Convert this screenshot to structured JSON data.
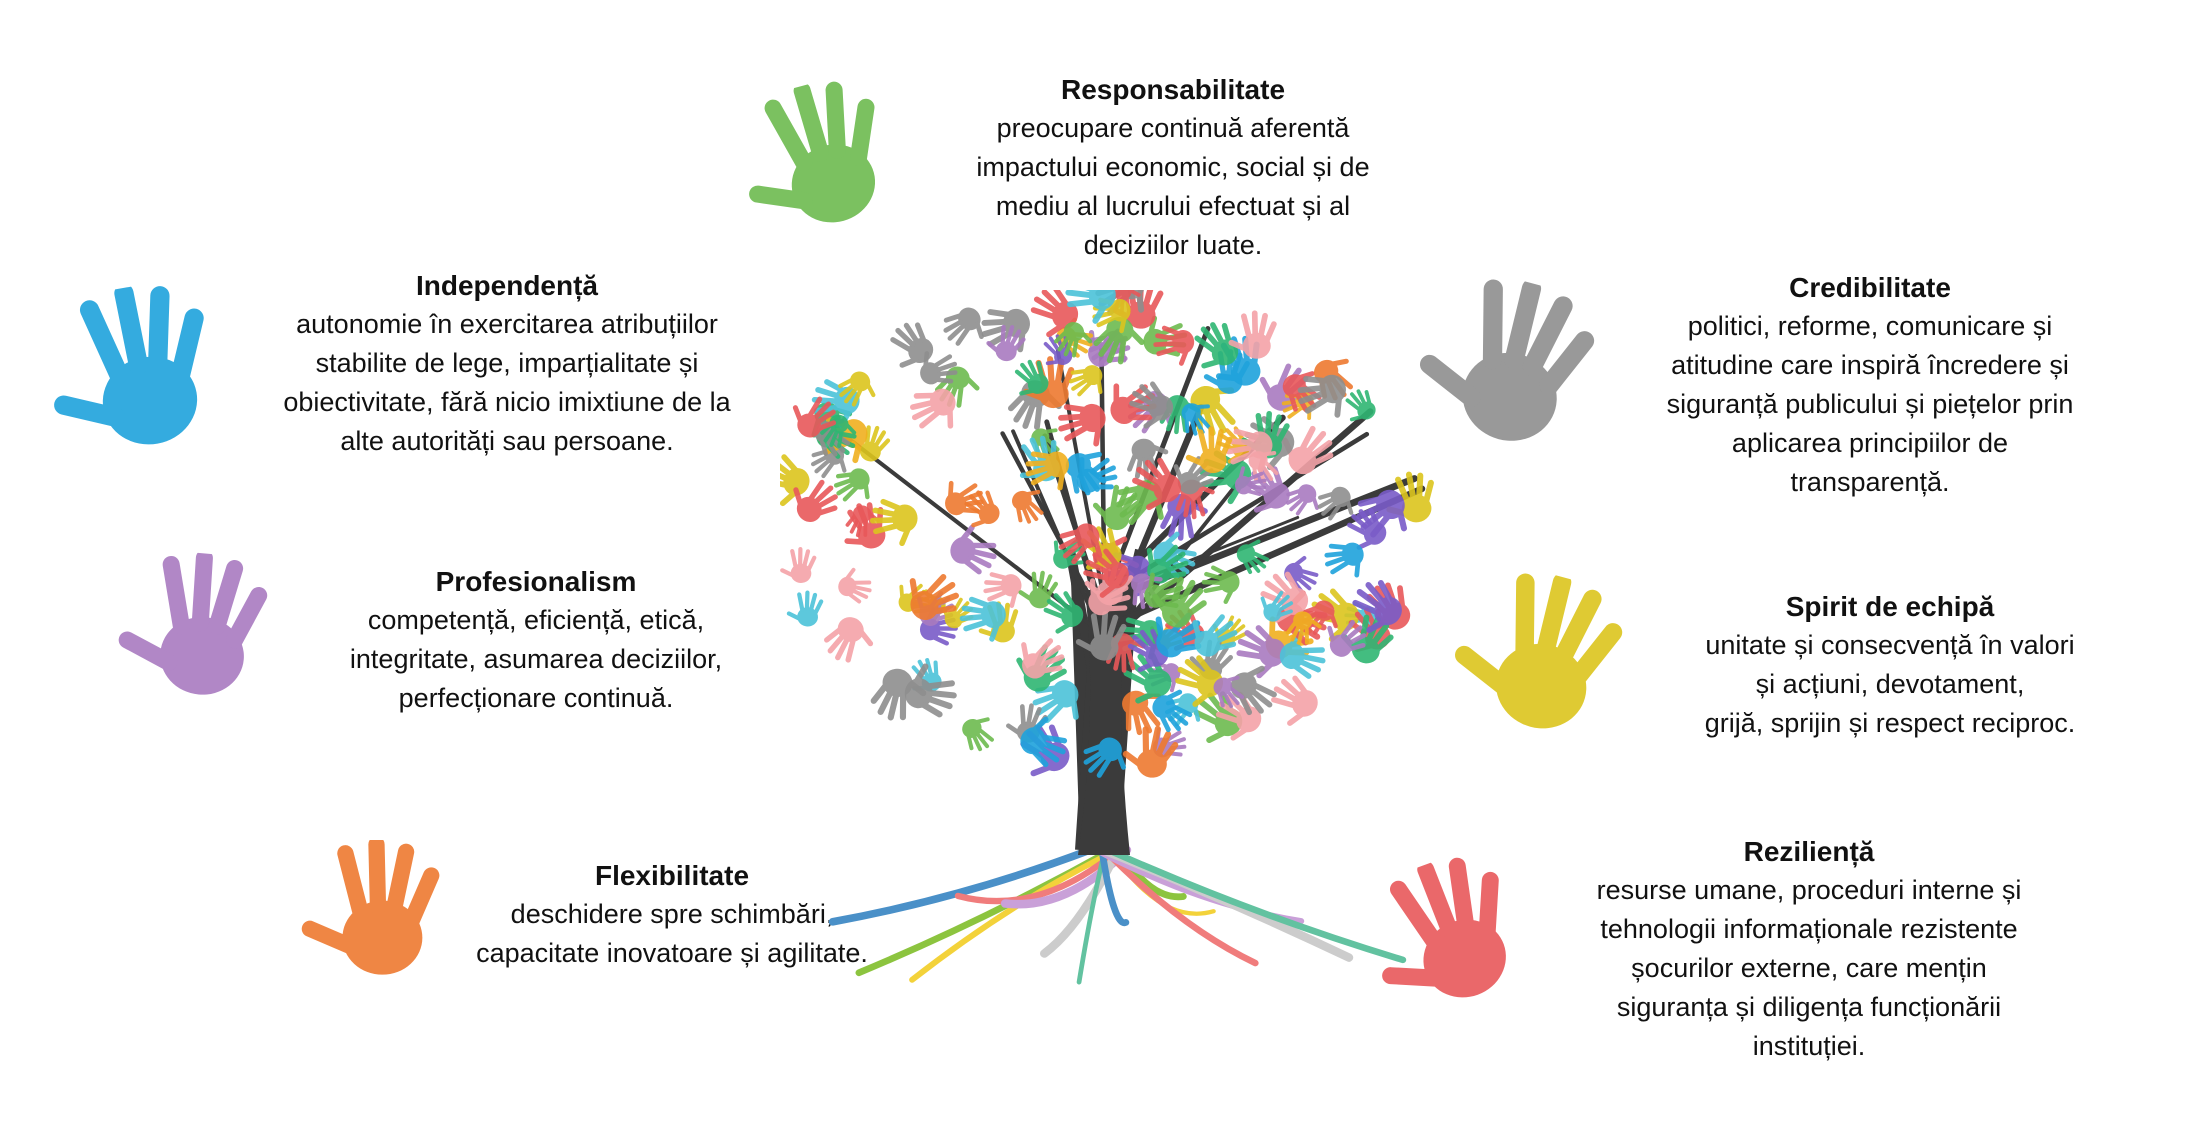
{
  "values": [
    {
      "id": "responsabilitate",
      "title": "Responsabilitate",
      "lines": [
        "preocupare continuă aferentă",
        "impactului economic, social și de",
        "mediu al lucrului efectuat și al",
        "deciziilor luate."
      ],
      "hand_color": "#6dbb4f"
    },
    {
      "id": "independenta",
      "title": "Independență",
      "lines": [
        "autonomie  în  exercitarea atribuțiilor",
        "stabilite de lege, imparțialitate și",
        "obiectivitate, fără nicio imixtiune de la",
        "alte autorități sau persoane."
      ],
      "hand_color": "#1fa3dc"
    },
    {
      "id": "profesionalism",
      "title": "Profesionalism",
      "lines": [
        "competență, eficiență, etică,",
        "integritate, asumarea deciziilor,",
        "perfecționare continuă."
      ],
      "hand_color": "#a97bc0"
    },
    {
      "id": "flexibilitate",
      "title": "Flexibilitate",
      "lines": [
        "deschidere spre schimbări,",
        "capacitate inovatoare și agilitate."
      ],
      "hand_color": "#ee7a30"
    },
    {
      "id": "credibilitate",
      "title": "Credibilitate",
      "lines": [
        "politici, reforme, comunicare și",
        "atitudine care inspiră încredere și",
        "siguranță publicului și piețelor prin",
        "aplicarea principiilor de",
        "transparență."
      ],
      "hand_color": "#8e8e8e"
    },
    {
      "id": "spirit-de-echipa",
      "title": "Spirit de echipă",
      "lines": [
        "unitate  și  consecvență  în  valori",
        "și  acțiuni, devotament,",
        "grijă,  sprijin  și  respect  reciproc."
      ],
      "hand_color": "#dcc51e"
    },
    {
      "id": "rezilienta",
      "title": "Reziliență",
      "lines": [
        "resurse umane, proceduri interne și",
        "tehnologii informaționale rezistente",
        "șocurilor externe, care mențin",
        "siguranța și diligența funcționării",
        "instituției."
      ],
      "hand_color": "#e8585a"
    }
  ],
  "tree_colors": [
    "#6dbb4f",
    "#1fa3dc",
    "#a97bc0",
    "#ee7a30",
    "#8e8e8e",
    "#dcc51e",
    "#e8585a",
    "#2fb673",
    "#f4a3a8",
    "#7a5cc8",
    "#f0b020",
    "#4cc3d9"
  ]
}
